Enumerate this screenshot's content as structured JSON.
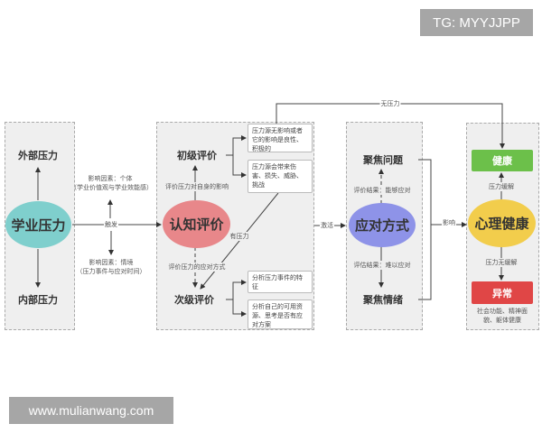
{
  "watermarks": {
    "top": "TG: MYYJJPP",
    "bottom": "www.mulianwang.com"
  },
  "stress": {
    "center": "学业压力",
    "external": "外部压力",
    "internal": "内部压力",
    "colors": {
      "ellipse": "#7fcfcd"
    }
  },
  "trigger": {
    "label": "触发",
    "factor_individual": "影响因素：个体",
    "factor_individual_detail": "（学业价值观与学业效能感）",
    "factor_context": "影响因素：情境",
    "factor_context_detail": "（压力事件与应对时间）"
  },
  "appraisal": {
    "center": "认知评价",
    "primary": "初级评价",
    "secondary": "次级评价",
    "primary_link": "评价压力对自身的影响",
    "secondary_link": "评价压力的应对方式",
    "has_stress": "有压力",
    "no_stress": "无压力",
    "notes": [
      "压力源无影响或者它的影响是良性、积极的",
      "压力源会带来伤害、损失、威胁、挑战",
      "分析压力事件的特征",
      "分析自己的可用资源、思考是否有应对方案"
    ],
    "colors": {
      "ellipse": "#e8878a"
    }
  },
  "activate_label": "激活",
  "coping": {
    "center": "应对方式",
    "problem": "聚焦问题",
    "emotion": "聚焦情绪",
    "problem_link": "评价结果：能够应对",
    "emotion_link": "评估结果：难以应对",
    "colors": {
      "ellipse": "#8e93e8"
    }
  },
  "influence_label": "影响",
  "mental_health": {
    "center": "心理健康",
    "healthy": "健康",
    "abnormal": "异常",
    "relieved": "压力缓解",
    "not_relieved": "压力无缓解",
    "abnormal_detail": "社会功能、精神面貌、躯体健康",
    "colors": {
      "ellipse": "#f2cd4c",
      "healthy": "#6cc04a",
      "abnormal": "#e04646"
    }
  }
}
